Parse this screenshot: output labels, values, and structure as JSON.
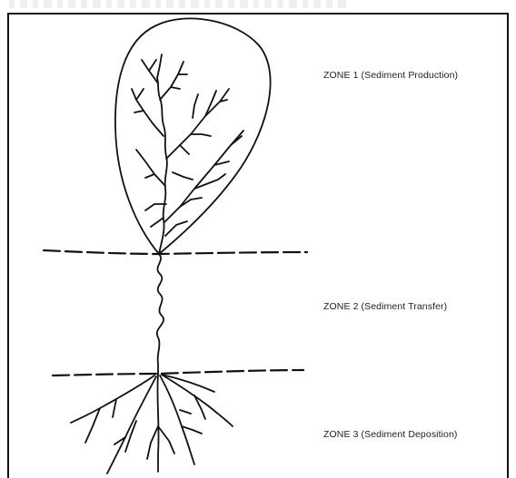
{
  "zones": [
    {
      "label": "ZONE 1 (Sediment Production)"
    },
    {
      "label": "ZONE 2 (Sediment Transfer)"
    },
    {
      "label": "ZONE 3 (Sediment Deposition)"
    }
  ],
  "colors": {
    "ink": "#111111",
    "text": "#222222",
    "background": "#ffffff"
  }
}
